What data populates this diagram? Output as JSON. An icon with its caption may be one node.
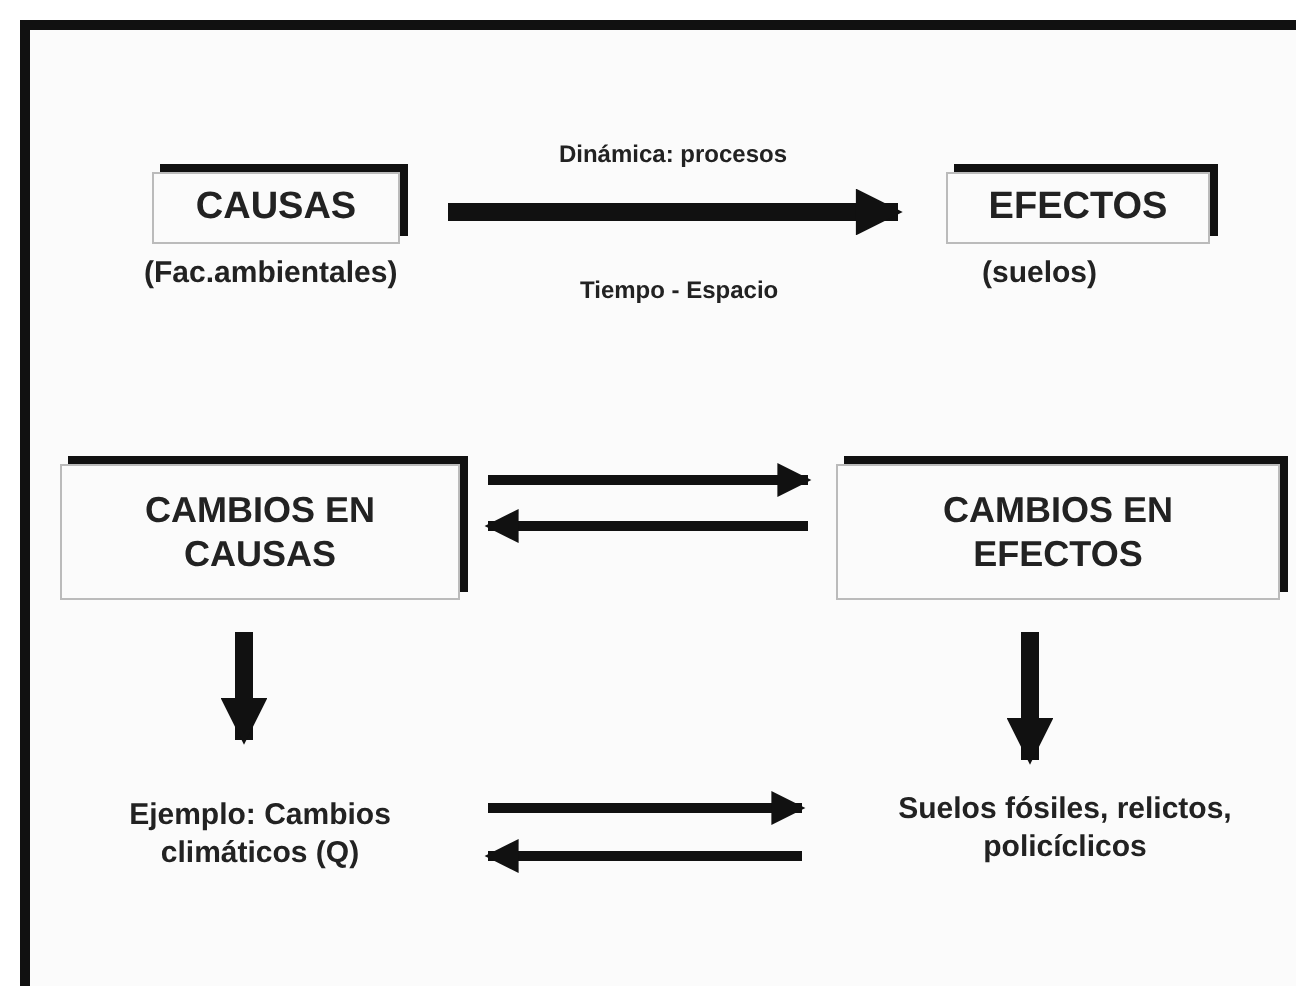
{
  "diagram": {
    "nodes": [
      {
        "text": [
          "CAUSAS"
        ],
        "beside": [
          "(Fac.ambientales)"
        ]
      },
      {
        "text": [
          "EFECTOS"
        ],
        "beside": [
          "(suelos)"
        ]
      },
      {
        "text": [
          "CAMBIOS EN CAUSAS"
        ]
      },
      {
        "text": [
          "CAMBIOS EN EFECTOS"
        ]
      },
      {
        "text": [
          "Ejemplo: Cambios climáticos (Q)"
        ]
      },
      {
        "text": [
          "Suelos fósiles, relictos, policíclicos"
        ]
      }
    ],
    "edges": [
      {
        "from": 0,
        "to": 1,
        "arrow": "to",
        "label": "Dinámica: procesos",
        "style": "thick"
      },
      {
        "from": 2,
        "to": 3,
        "arrow": "to"
      },
      {
        "from": 3,
        "to": 2,
        "arrow": "to"
      },
      {
        "from": 2,
        "to": 4,
        "arrow": "to",
        "style": "thick"
      },
      {
        "from": 3,
        "to": 5,
        "arrow": "to",
        "style": "thick"
      },
      {
        "from": 4,
        "to": 5,
        "arrow": "to"
      },
      {
        "from": 5,
        "to": 4,
        "arrow": "to"
      }
    ],
    "labels": [
      "Tiempo - Espacio"
    ]
  }
}
